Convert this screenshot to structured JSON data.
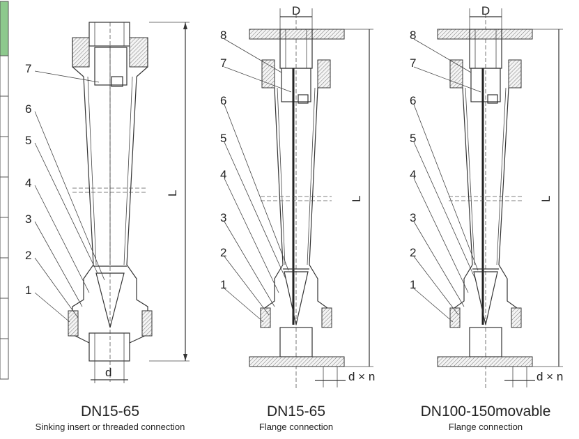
{
  "table_colors": {
    "header_fill": "#8dc98d",
    "cell_fill": "#ffffff",
    "border": "#555555"
  },
  "diagrams": [
    {
      "callouts": [
        "7",
        "6",
        "5",
        "4",
        "3",
        "2",
        "1"
      ],
      "dim_top": "",
      "dim_length": "L",
      "dim_bottom": "d",
      "title": "DN15-65",
      "subtitle": "Sinking insert or threaded connection"
    },
    {
      "callouts": [
        "8",
        "7",
        "6",
        "5",
        "4",
        "3",
        "2",
        "1"
      ],
      "dim_top": "D",
      "dim_length": "L",
      "dim_bottom": "d × n",
      "title": "DN15-65",
      "subtitle": "Flange connection"
    },
    {
      "callouts": [
        "8",
        "7",
        "6",
        "5",
        "4",
        "3",
        "2",
        "1"
      ],
      "dim_top": "D",
      "dim_length": "L",
      "dim_bottom": "d × n",
      "title": "DN100-150movable",
      "subtitle": "Flange connection"
    }
  ]
}
